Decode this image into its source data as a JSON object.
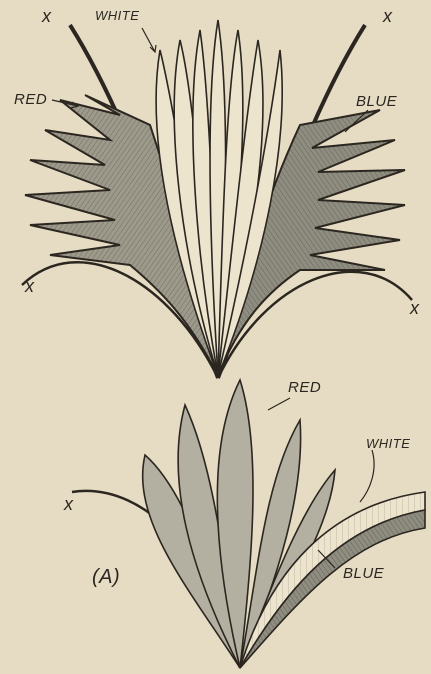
{
  "figure": {
    "labels": {
      "top_white": "WHITE",
      "top_red": "RED",
      "top_blue": "BLUE",
      "bottom_red": "RED",
      "bottom_white": "WHITE",
      "bottom_blue": "BLUE",
      "caption": "(A)",
      "x_mark": "x"
    },
    "colors": {
      "paper": "#e6dcc3",
      "ink": "#2b2620",
      "red_fill": "#9d9a8b",
      "blue_fill": "#8e8d80",
      "white_fill": "#ece4cd",
      "bottom_fill": "#b3b0a1"
    }
  }
}
